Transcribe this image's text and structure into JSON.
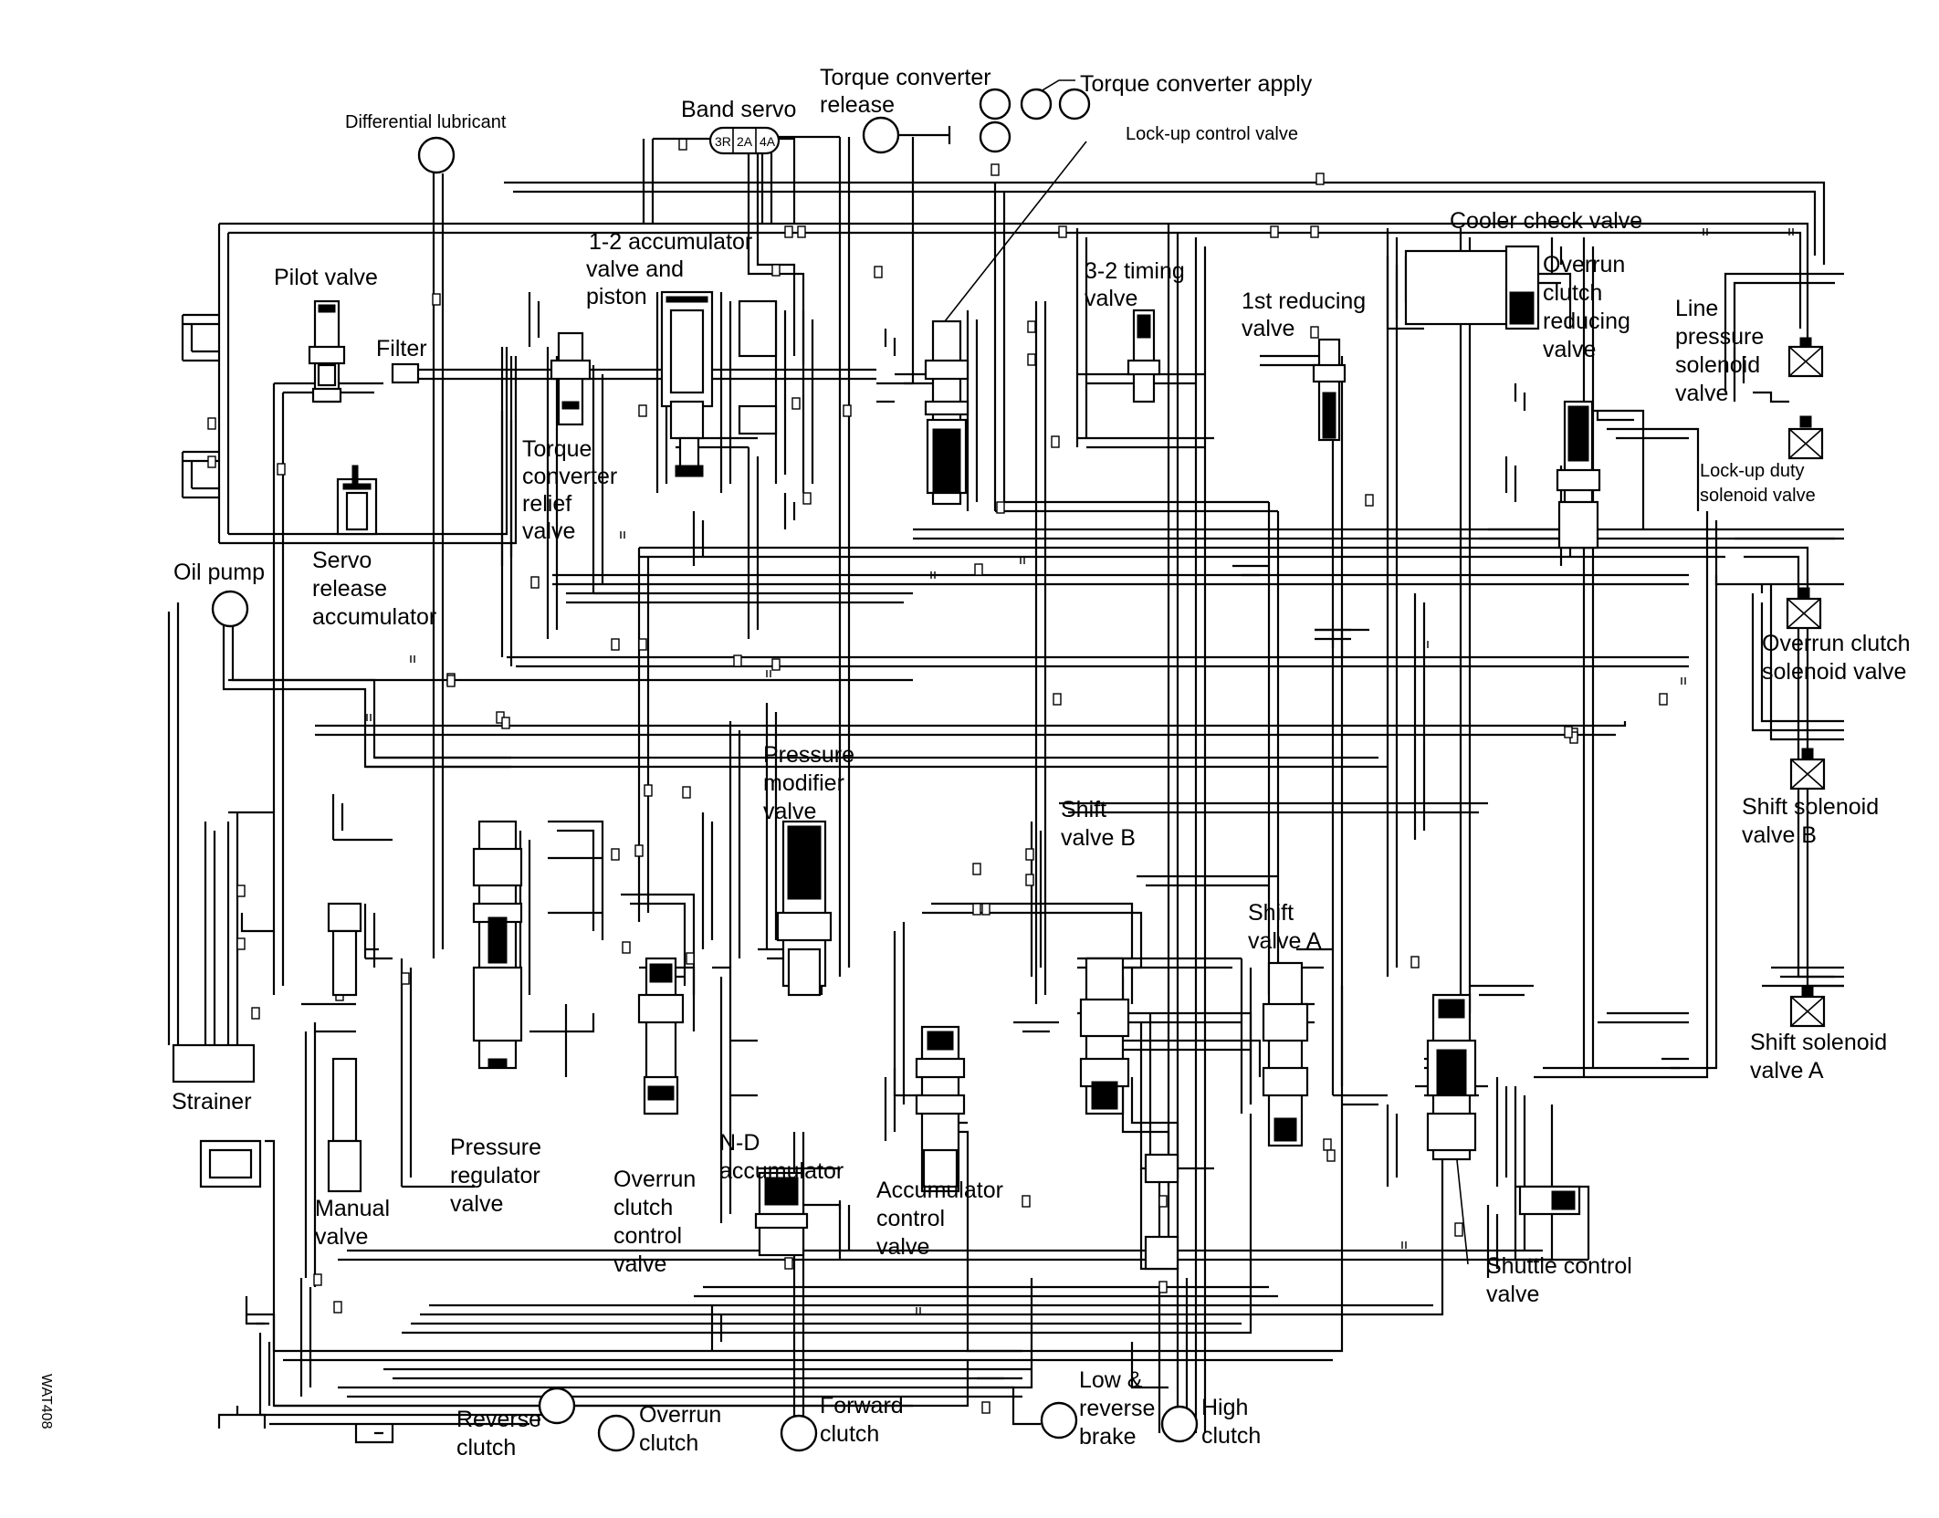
{
  "figure_code": "WAT408",
  "components": {
    "band_servo": {
      "label": "Band servo",
      "chambers": [
        "3R",
        "2A",
        "4A"
      ]
    },
    "torque_converter_release": {
      "label_line1": "Torque converter",
      "label_line2": "release"
    },
    "torque_converter_apply": {
      "label": "Torque converter apply"
    },
    "lockup_control_valve": {
      "label": "Lock-up control valve"
    },
    "differential_lubricant": {
      "label": "Differential lubricant"
    },
    "accumulator_1_2": {
      "line1": "1-2 accumulator",
      "line2": "valve and",
      "line3": "piston"
    },
    "cooler_check_valve": {
      "label": "Cooler check valve"
    },
    "timing_3_2": {
      "line1": "3-2 timing",
      "line2": "valve"
    },
    "first_reducing": {
      "line1": "1st reducing",
      "line2": "valve"
    },
    "overrun_clutch_reducing": {
      "line1": "Overrun",
      "line2": "clutch",
      "line3": "reducing",
      "line4": "valve"
    },
    "line_pressure_solenoid": {
      "line1": "Line",
      "line2": "pressure",
      "line3": "solenoid",
      "line4": "valve"
    },
    "lockup_duty_solenoid": {
      "line1": "Lock-up duty",
      "line2": "solenoid valve"
    },
    "pilot_valve": {
      "label": "Pilot valve"
    },
    "filter": {
      "label": "Filter"
    },
    "torque_converter_relief": {
      "line1": "Torque",
      "line2": "converter",
      "line3": "relief",
      "line4": "valve"
    },
    "servo_release_accumulator": {
      "line1": "Servo",
      "line2": "release",
      "line3": "accumulator"
    },
    "oil_pump": {
      "label": "Oil pump"
    },
    "overrun_clutch_solenoid": {
      "line1": "Overrun clutch",
      "line2": "solenoid valve"
    },
    "pressure_modifier": {
      "line1": "Pressure",
      "line2": "modifier",
      "line3": "valve"
    },
    "shift_valve_b": {
      "line1": "Shift",
      "line2": "valve B"
    },
    "shift_solenoid_b": {
      "line1": "Shift solenoid",
      "line2": "valve B"
    },
    "shift_valve_a": {
      "line1": "Shift",
      "line2": "valve A"
    },
    "shift_solenoid_a": {
      "line1": "Shift solenoid",
      "line2": "valve A"
    },
    "strainer": {
      "label": "Strainer"
    },
    "pressure_regulator": {
      "line1": "Pressure",
      "line2": "regulator",
      "line3": "valve"
    },
    "manual_valve": {
      "line1": "Manual",
      "line2": "valve"
    },
    "overrun_clutch_control": {
      "line1": "Overrun",
      "line2": "clutch",
      "line3": "control",
      "line4": "valve"
    },
    "nd_accumulator": {
      "line1": "N-D",
      "line2": "accumulator"
    },
    "accumulator_control": {
      "line1": "Accumulator",
      "line2": "control",
      "line3": "valve"
    },
    "shuttle_control": {
      "line1": "Shuttle control",
      "line2": "valve"
    },
    "reverse_clutch": {
      "line1": "Reverse",
      "line2": "clutch"
    },
    "overrun_clutch": {
      "line1": "Overrun",
      "line2": "clutch"
    },
    "forward_clutch": {
      "line1": "Forward",
      "line2": "clutch"
    },
    "low_reverse_brake": {
      "line1": "Low &",
      "line2": "reverse",
      "line3": "brake"
    },
    "high_clutch": {
      "line1": "High",
      "line2": "clutch"
    }
  }
}
